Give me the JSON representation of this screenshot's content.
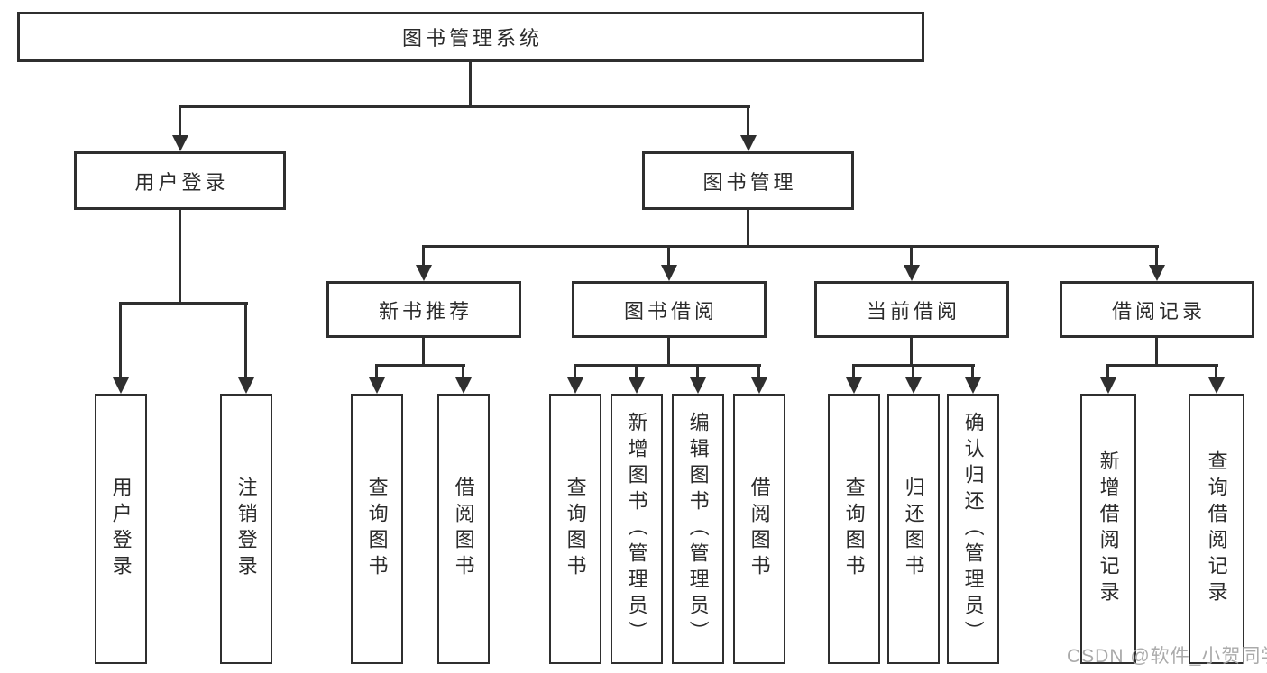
{
  "tree": {
    "root": {
      "label": "图书管理系统"
    },
    "branches": [
      {
        "label": "用户登录",
        "children": [
          "用户登录",
          "注销登录"
        ]
      },
      {
        "label": "图书管理",
        "groups": [
          {
            "label": "新书推荐",
            "children": [
              "查询图书",
              "借阅图书"
            ]
          },
          {
            "label": "图书借阅",
            "children": [
              "查询图书",
              "新增图书（管理员）",
              "编辑图书（管理员）",
              "借阅图书"
            ]
          },
          {
            "label": "当前借阅",
            "children": [
              "查询图书",
              "归还图书",
              "确认归还（管理员）"
            ]
          },
          {
            "label": "借阅记录",
            "children": [
              "新增借阅记录",
              "查询借阅记录"
            ]
          }
        ]
      }
    ]
  },
  "watermark": {
    "text": "CSDN @软件_小贺同学"
  },
  "colors": {
    "line": "#2f2f2f",
    "text": "#2b2b2b",
    "background": "#ffffff",
    "watermark": "#a5a5a5"
  }
}
